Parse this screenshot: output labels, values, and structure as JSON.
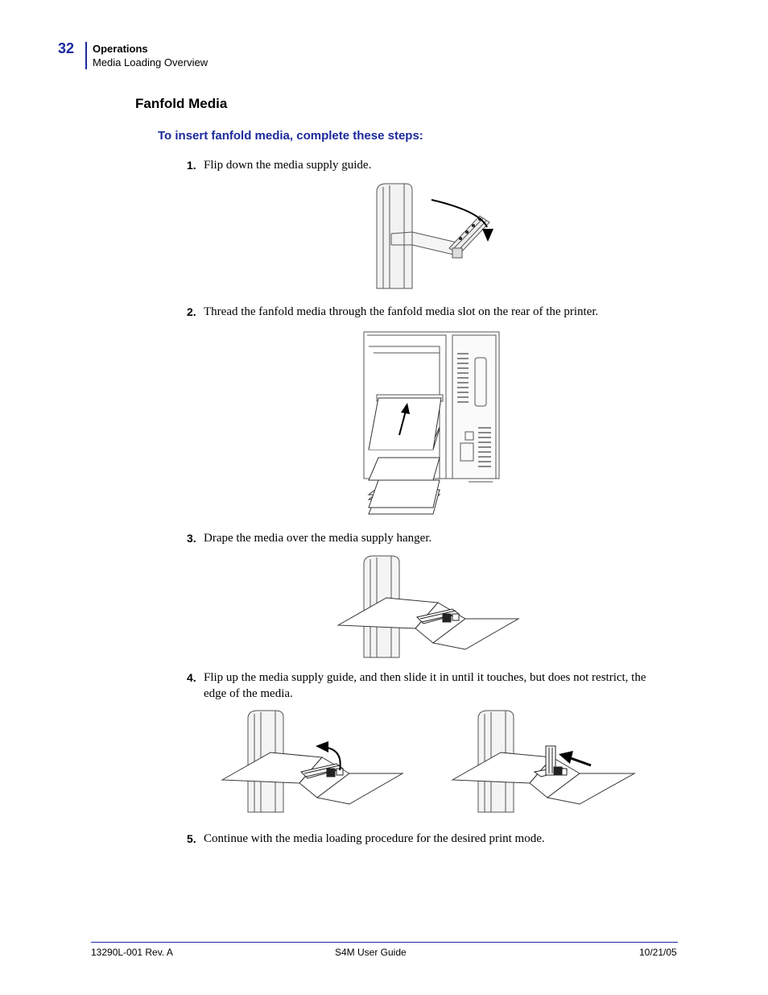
{
  "header": {
    "page_number": "32",
    "section": "Operations",
    "subsection": "Media Loading Overview"
  },
  "section_title": "Fanfold Media",
  "procedure_title": "To insert fanfold media, complete these steps:",
  "steps": [
    {
      "number": "1.",
      "text": "Flip down the media supply guide."
    },
    {
      "number": "2.",
      "text": "Thread the fanfold media through the fanfold media slot on the rear of the printer."
    },
    {
      "number": "3.",
      "text": "Drape the media over the media supply hanger."
    },
    {
      "number": "4.",
      "text": "Flip up the media supply guide, and then slide it in until it touches, but does not restrict, the edge of the media."
    },
    {
      "number": "5.",
      "text": "Continue with the media loading procedure for the desired print mode."
    }
  ],
  "footer": {
    "doc_number": "13290L-001 Rev. A",
    "title": "S4M User Guide",
    "date": "10/21/05"
  },
  "colors": {
    "accent": "#1a2a9c"
  }
}
